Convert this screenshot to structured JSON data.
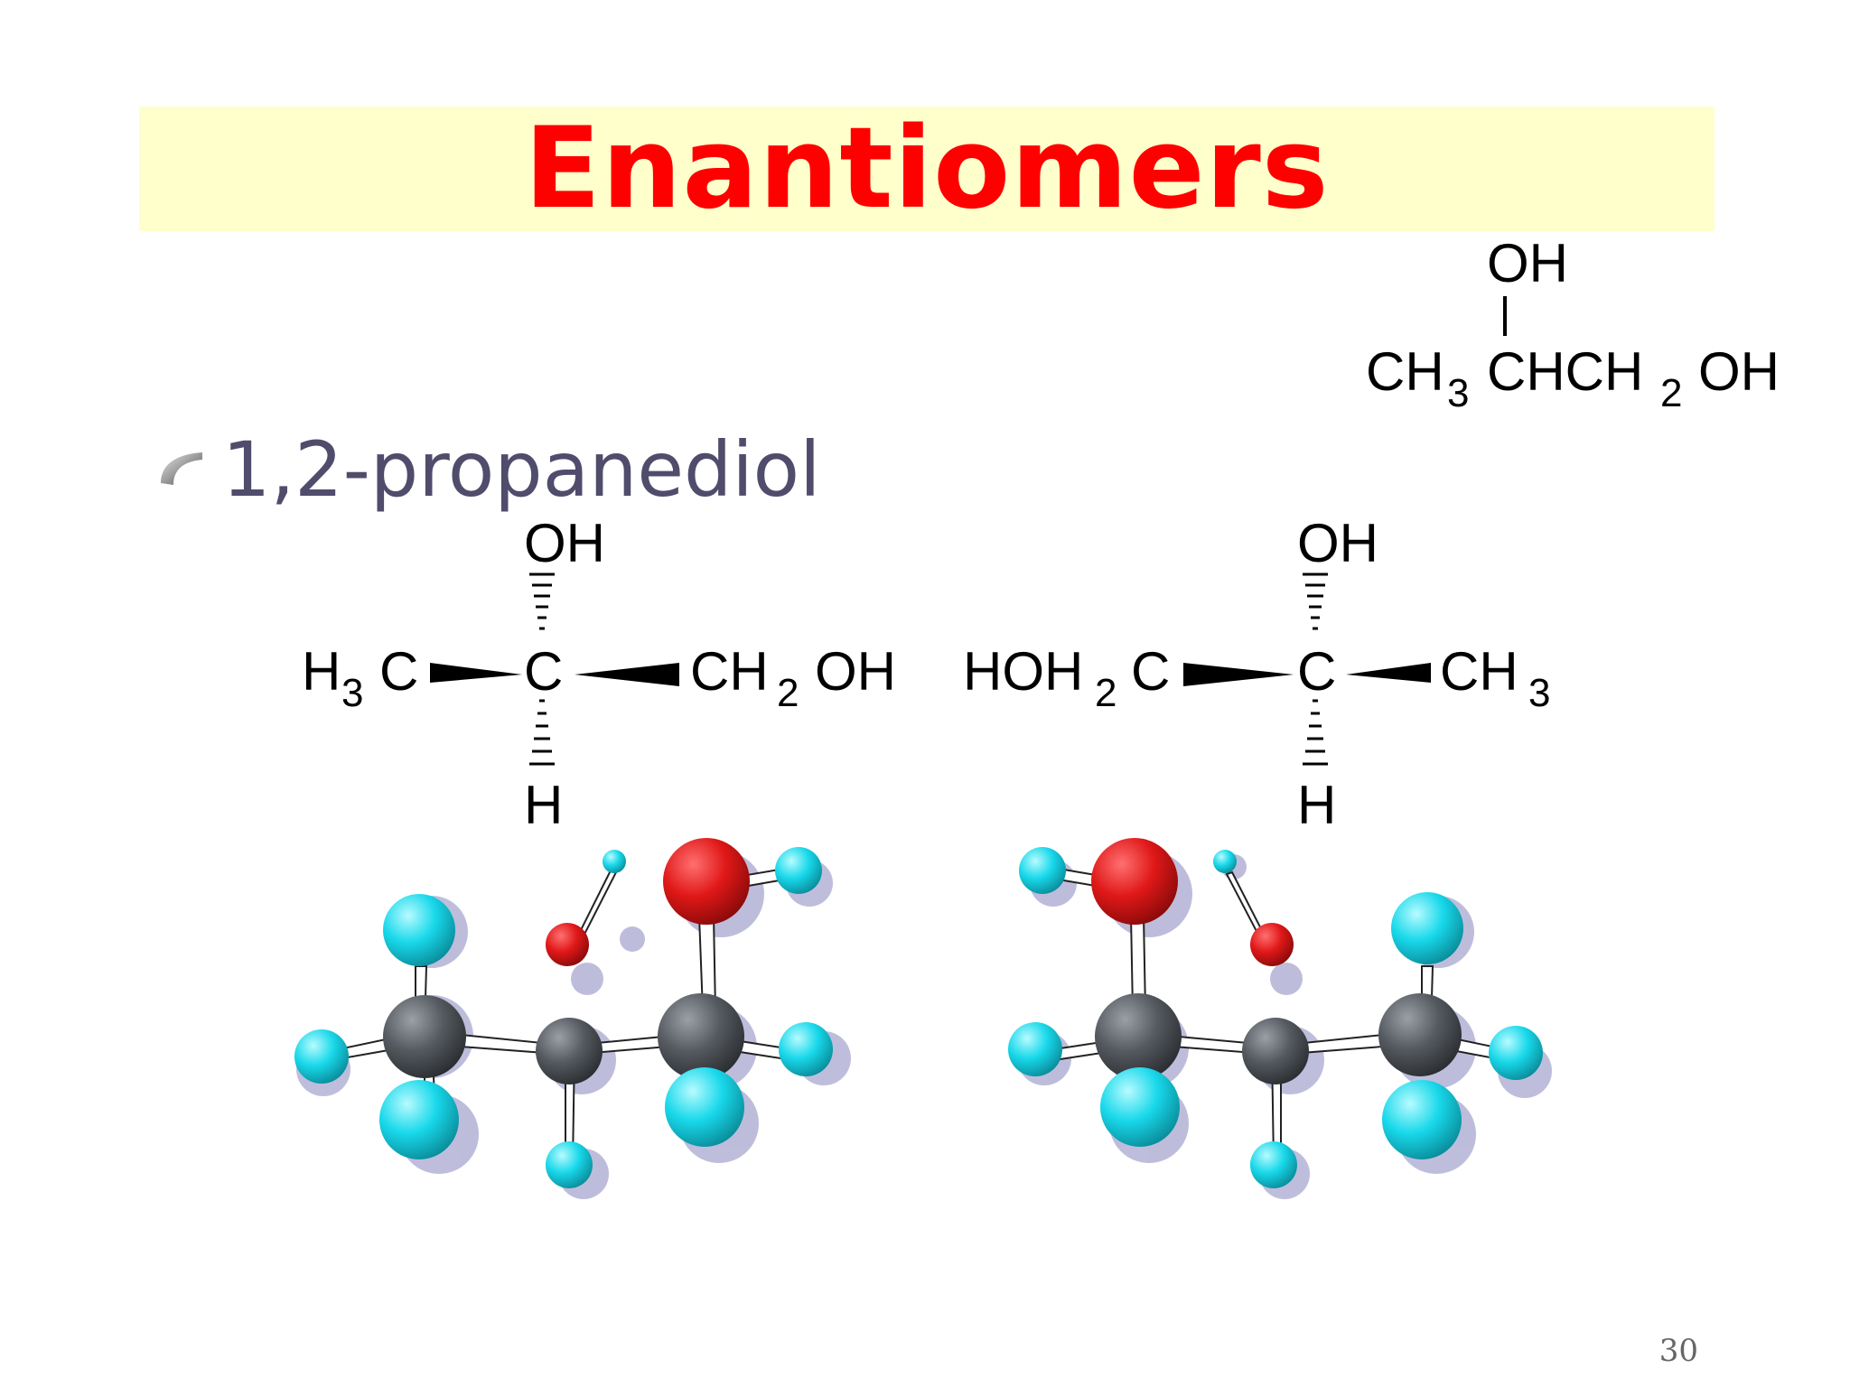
{
  "slide": {
    "title": "Enantiomers",
    "bullet": "1,2-propanediol",
    "page_number": "30"
  },
  "condensed_formula": {
    "top_group": "OH",
    "main": "CH",
    "sub1": "3",
    "mid": "CHCH",
    "sub2": "2",
    "end": "OH"
  },
  "left_structure": {
    "top": "OH",
    "bottom": "H",
    "center": "C",
    "left_H": "H",
    "left_sub": "3",
    "left_C": "C",
    "right_CH": "CH",
    "right_sub": "2",
    "right_OH": "OH"
  },
  "right_structure": {
    "top": "OH",
    "bottom": "H",
    "center": "C",
    "left_HOH": "HOH",
    "left_sub": "2",
    "left_C": "C",
    "right_CH": "CH",
    "right_sub": "3"
  },
  "colors": {
    "title": "#ff0000",
    "title_band": "#ffffcc",
    "bullet_text": "#4f4c6c",
    "carbon": "#555a60",
    "oxygen": "#e01818",
    "hydrogen": "#18d8ea",
    "shadow": "#9b9bc8"
  },
  "icons": {
    "bullet": "curved-bullet-icon"
  }
}
